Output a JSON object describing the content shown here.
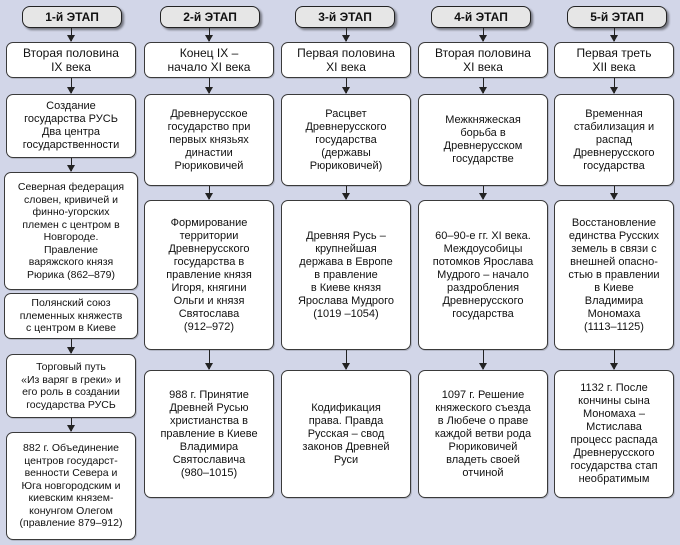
{
  "stages": [
    {
      "label": "1-й ЭТАП",
      "period": "Вторая половина\nIX века",
      "items": [
        "Создание\nгосударства РУСЬ\nДва центра\nгосударственности",
        "Северная федерация\nсловен, кривичей и\nфинно-угорских\nплемен с центром в\nНовгороде.\nПравление\nваряжского князя\nРюрика (862–879)",
        "Полянский союз\nплеменных княжеств\nс центром в Киеве",
        "Торговый путь\n«Из варяг в греки» и\nего роль в создании\nгосударства РУСЬ",
        "882 г. Объединение\nцентров государст-\nвенности Севера и\nЮга новгородским и\nкиевским князем-\nконунгом Олегом\n(правление 879–912)"
      ]
    },
    {
      "label": "2-й ЭТАП",
      "period": "Конец IX –\nначало XI века",
      "items": [
        "Древнерусское\nгосударство при\nпервых князьях\nдинастии\nРюриковичей",
        "Формирование\nтерритории\nДревнерусского\nгосударства в\nправление князя\nИгоря, княгини\nОльги и князя\nСвятослава\n(912–972)",
        "988 г. Принятие\nДревней Русью\nхристианства в\nправление в Киеве\nВладимира\nСвятославича\n(980–1015)"
      ]
    },
    {
      "label": "3-й ЭТАП",
      "period": "Первая половина\nXI века",
      "items": [
        "Расцвет\nДревнерусского\nгосударства\n(державы\nРюриковичей)",
        "Древняя Русь –\nкрупнейшая\nдержава в Европе\nв правление\nв Киеве князя\nЯрослава Мудрого\n(1019 –1054)",
        "Кодификация\nправа. Правда\nРусская – свод\nзаконов Древней\nРуси"
      ]
    },
    {
      "label": "4-й ЭТАП",
      "period": "Вторая половина\nXI века",
      "items": [
        "Межкняжеская\nборьба в\nДревнерусском\nгосударстве",
        "60–90-е гг. XI века.\nМеждоусобицы\nпотомков Ярослава\nМудрого – начало\nраздробления\nДревнерусского\nгосударства",
        "1097 г. Решение\nкняжеского съезда\nв Любече о праве\nкаждой ветви рода\nРюриковичей\nвладеть своей\nотчиной"
      ]
    },
    {
      "label": "5-й ЭТАП",
      "period": "Первая треть\nXII века",
      "items": [
        "Временная\nстабилизация и\nраспад\nДревнерусского\nгосударства",
        "Восстановление\nединства Русских\nземель в связи с\nвнешней опасно-\nстью в правлении\nв Киеве\nВладимира\nМономаха\n(1113–1125)",
        "1132 г. После\nкончины сына\nМономаха –\nМстислава\nпроцесс распада\nДревнерусского\nгосударства стап\nнеобратимым"
      ]
    }
  ]
}
